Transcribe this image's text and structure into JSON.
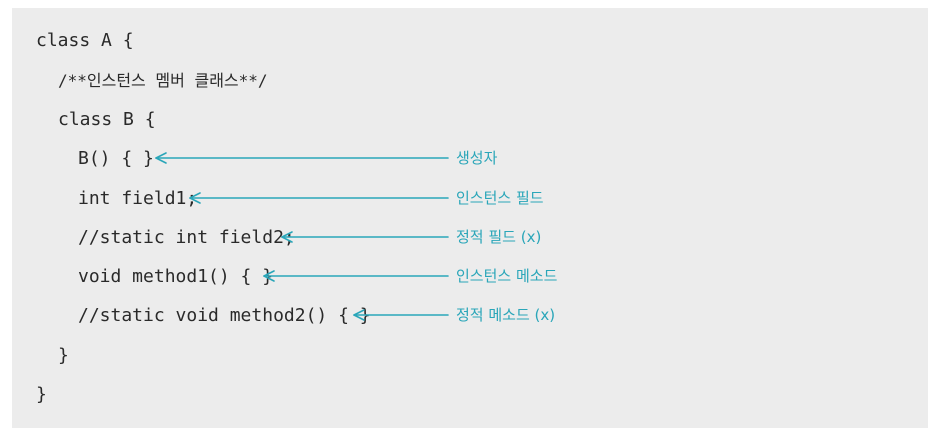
{
  "code_lines": [
    "class A {",
    "/**인스턴스 멤버 클래스**/",
    "class B {",
    "B() { }",
    "int field1;",
    "//static int field2;",
    "void method1() { }",
    "//static void method2() { }",
    "}",
    "}"
  ],
  "annotations": [
    "생성자",
    "인스턴스 필드",
    "정적 필드 (x)",
    "인스턴스 메소드",
    "정적 메소드 (x)"
  ],
  "colors": {
    "background": "#ececec",
    "code_text": "#2a2a2a",
    "annotation": "#2aa6b9"
  }
}
